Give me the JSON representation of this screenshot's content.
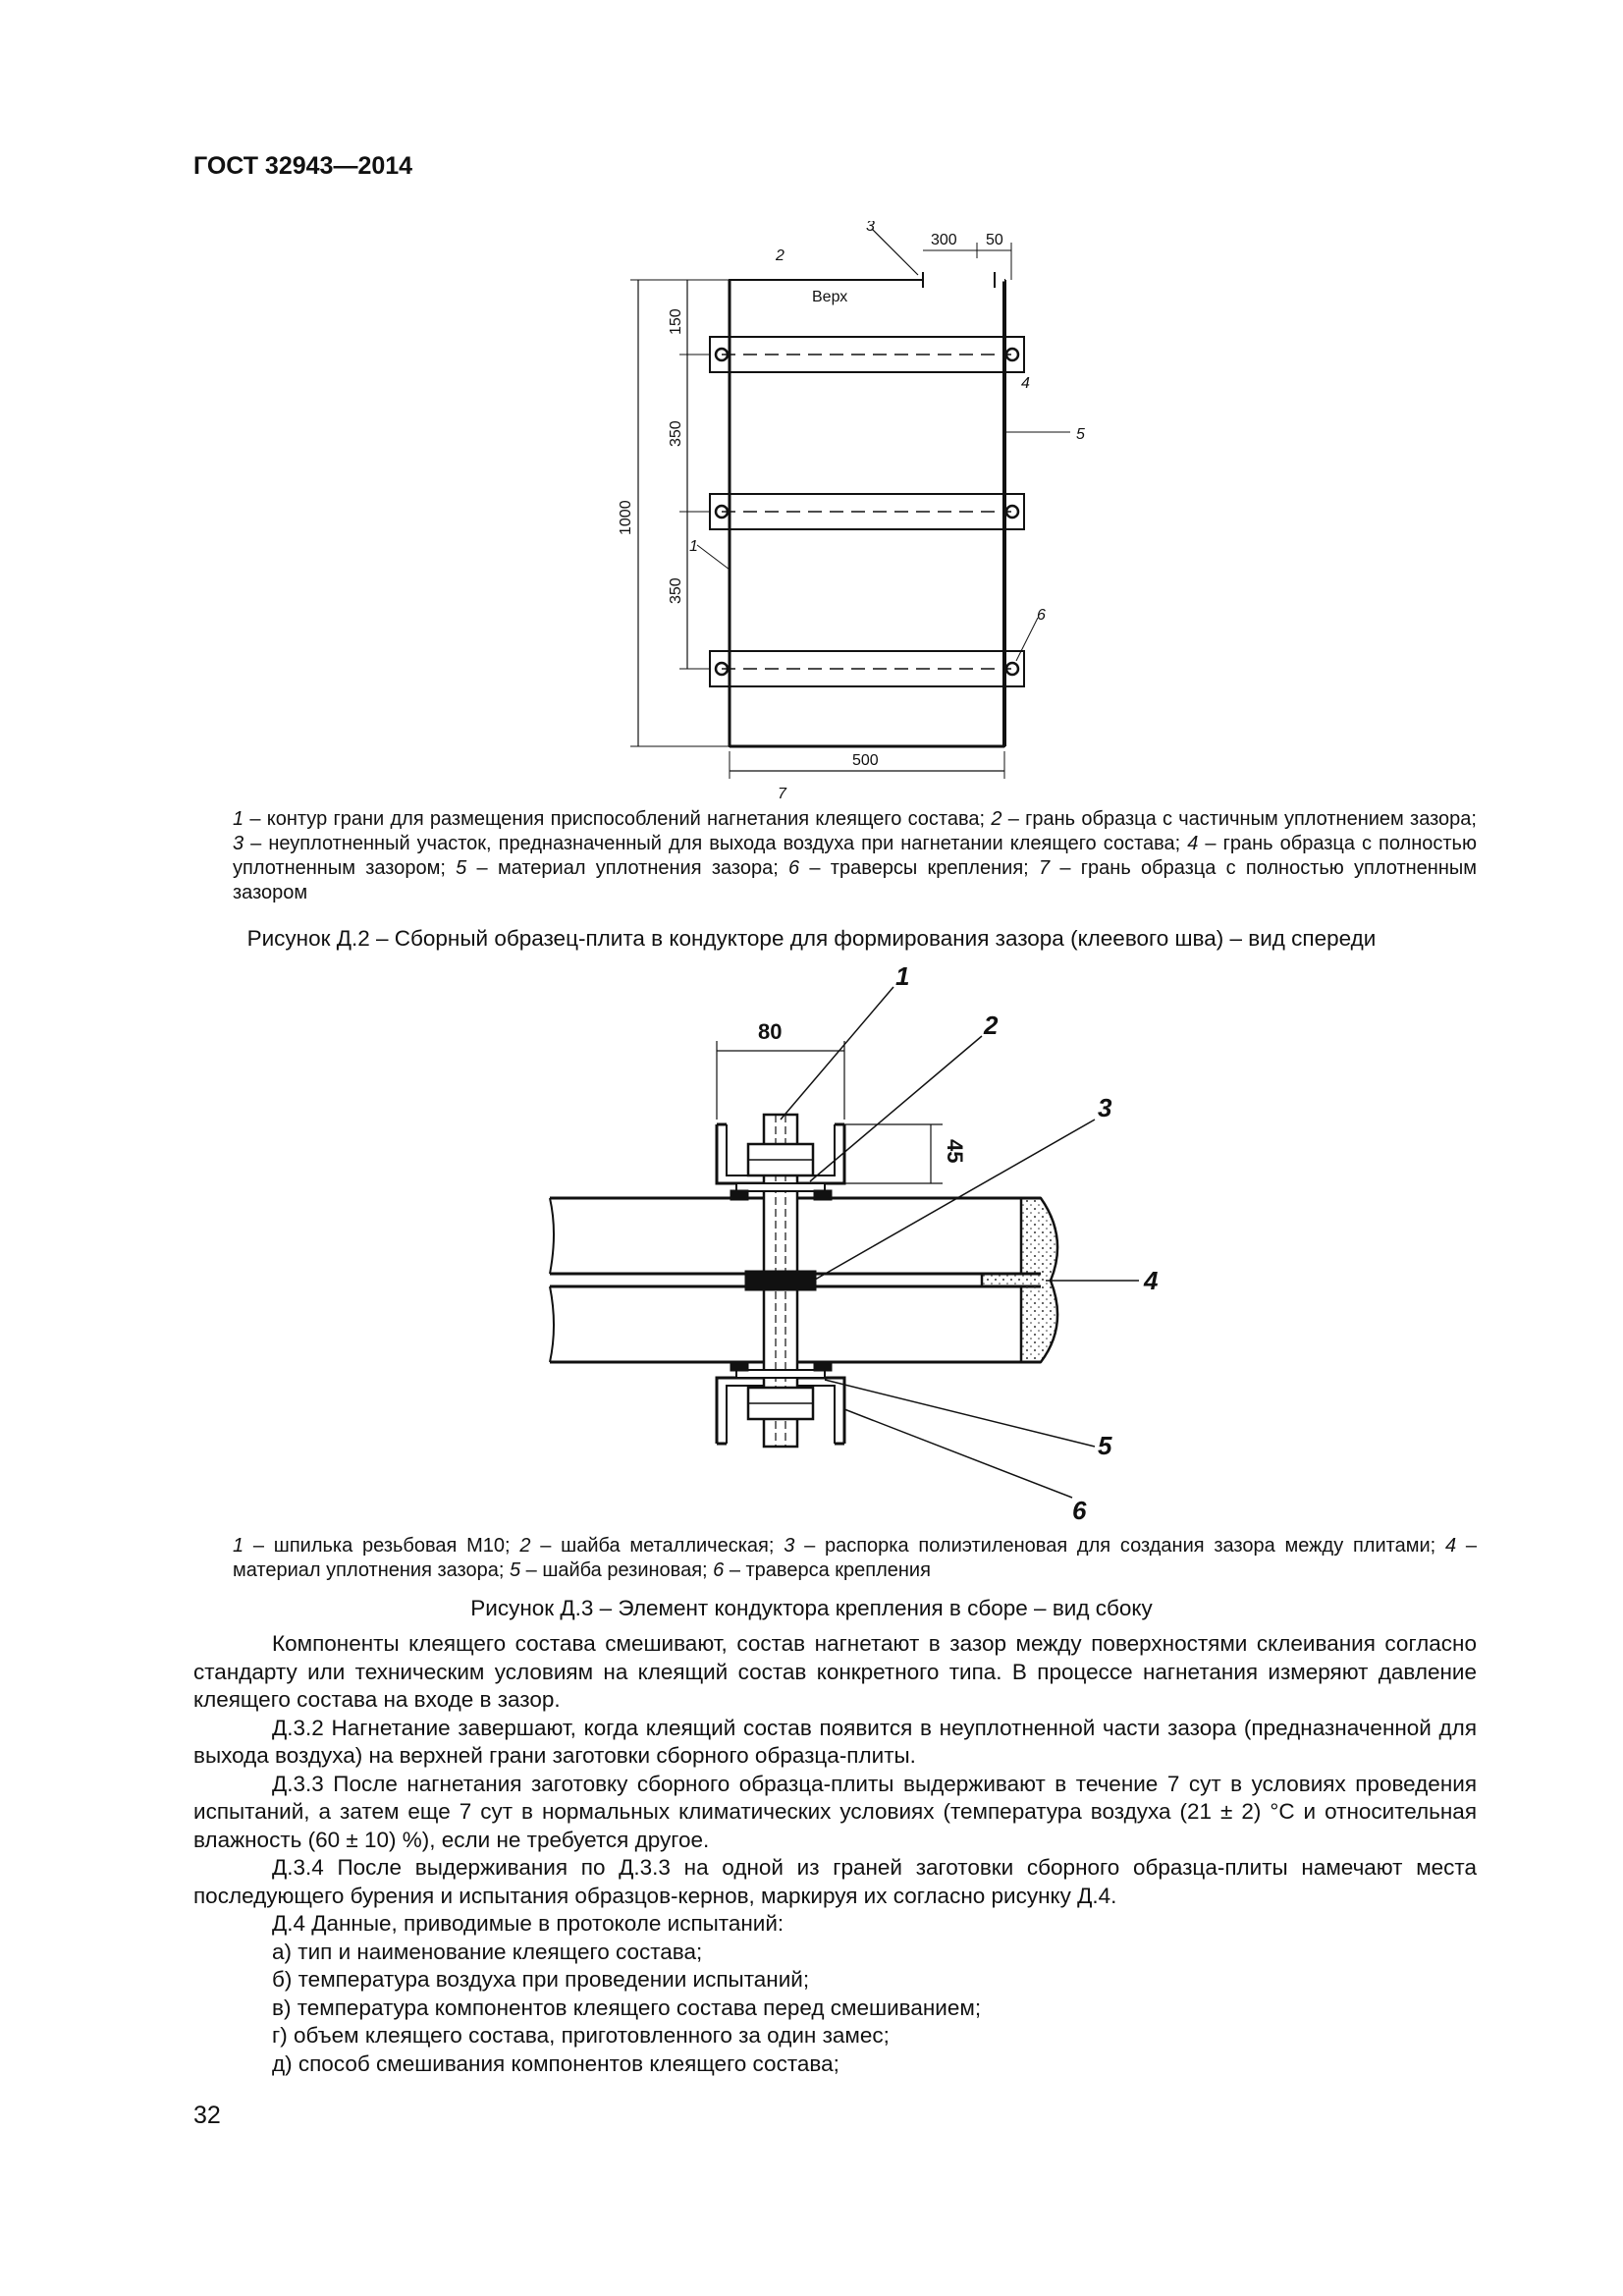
{
  "header": {
    "doc_code": "ГОСТ 32943—2014"
  },
  "figure_d2": {
    "labels": {
      "top": "Верх",
      "dim_300": "300",
      "dim_50": "50",
      "dim_150": "150",
      "dim_350a": "350",
      "dim_350b": "350",
      "dim_1000": "1000",
      "dim_500": "500",
      "n1": "1",
      "n2": "2",
      "n3": "3",
      "n4": "4",
      "n5": "5",
      "n6": "6",
      "n7": "7"
    },
    "legend": [
      {
        "num": "1",
        "text": " – контур грани для размещения приспособлений нагнетания клеящего состава; "
      },
      {
        "num": "2",
        "text": " – грань образца с частичным уплотнением зазора; "
      },
      {
        "num": "3",
        "text": " – неуплотненный участок, предназначенный для выхода воздуха при нагнетании клеящего состава; "
      },
      {
        "num": "4",
        "text": " – грань образца с полностью уплотненным зазором; "
      },
      {
        "num": "5",
        "text": " – материал уплотнения зазора; "
      },
      {
        "num": "6",
        "text": " – траверсы крепления; "
      },
      {
        "num": "7",
        "text": " – грань образца с полностью уплотненным зазором"
      }
    ],
    "caption": "Рисунок Д.2 – Сборный образец-плита в кондукторе для формирования зазора (клеевого шва) – вид спереди"
  },
  "figure_d3": {
    "labels": {
      "dim_80": "80",
      "dim_45": "45",
      "n1": "1",
      "n2": "2",
      "n3": "3",
      "n4": "4",
      "n5": "5",
      "n6": "6"
    },
    "legend": [
      {
        "num": "1",
        "text": " – шпилька резьбовая М10; "
      },
      {
        "num": "2",
        "text": " – шайба металлическая; "
      },
      {
        "num": "3",
        "text": " – распорка полиэтиленовая для создания зазора между плитами; "
      },
      {
        "num": "4",
        "text": " – материал уплотнения зазора; "
      },
      {
        "num": "5",
        "text": " – шайба резиновая; "
      },
      {
        "num": "6",
        "text": " – траверса крепления"
      }
    ],
    "caption": "Рисунок Д.3 – Элемент кондуктора крепления в сборе – вид сбоку"
  },
  "body": {
    "p1": "Компоненты клеящего состава смешивают, состав нагнетают в зазор между поверхностями склеивания согласно стандарту или техническим условиям на клеящий состав конкретного типа. В процессе нагнетания измеряют давление клеящего состава на входе в зазор.",
    "p2": "Д.3.2 Нагнетание завершают, когда клеящий состав появится в неуплотненной части зазора (предназначенной для выхода воздуха) на верхней грани заготовки сборного образца-плиты.",
    "p3": "Д.3.3 После нагнетания заготовку сборного образца-плиты выдерживают в течение 7 сут в условиях проведения испытаний, а затем еще 7 сут в нормальных климатических условиях (температура воздуха (21 ± 2) °С и относительная влажность (60 ± 10) %), если не требуется другое.",
    "p4": "Д.3.4 После выдерживания по Д.3.3 на одной из граней заготовки сборного образца-плиты намечают места последующего бурения и испытания образцов-кернов, маркируя их согласно рисунку Д.4.",
    "p5": "Д.4 Данные, приводимые в протоколе испытаний:",
    "items": [
      "а) тип и наименование клеящего состава;",
      "б) температура воздуха при проведении испытаний;",
      "в) температура компонентов клеящего состава перед смешиванием;",
      "г) объем клеящего состава, приготовленного за один замес;",
      "д) способ смешивания компонентов клеящего состава;"
    ]
  },
  "page_number": "32"
}
